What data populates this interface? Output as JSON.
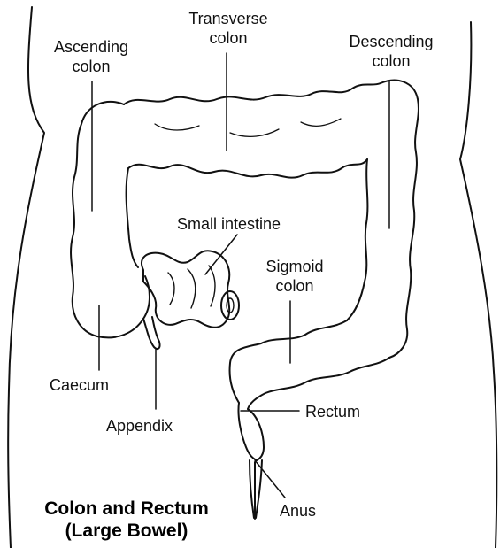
{
  "labels": {
    "transverse": [
      "Transverse",
      "colon"
    ],
    "ascending": [
      "Ascending",
      "colon"
    ],
    "descending": [
      "Descending",
      "colon"
    ],
    "small_intestine": "Small intestine",
    "sigmoid": [
      "Sigmoid",
      "colon"
    ],
    "caecum": "Caecum",
    "appendix": "Appendix",
    "rectum": "Rectum",
    "anus": "Anus"
  },
  "caption": [
    "Colon and Rectum",
    "(Large Bowel)"
  ],
  "colors": {
    "line": "#111111",
    "background": "#ffffff"
  }
}
